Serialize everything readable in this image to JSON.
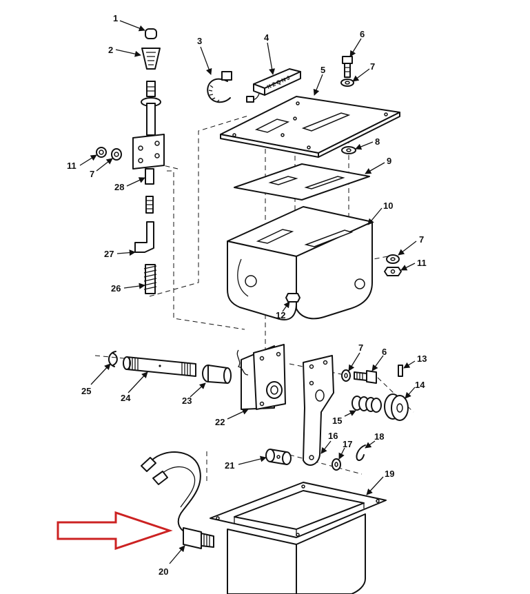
{
  "callouts": [
    {
      "id": "1",
      "label": "1"
    },
    {
      "id": "2",
      "label": "2"
    },
    {
      "id": "3",
      "label": "3"
    },
    {
      "id": "4",
      "label": "4"
    },
    {
      "id": "5",
      "label": "5"
    },
    {
      "id": "6a",
      "label": "6"
    },
    {
      "id": "7a",
      "label": "7"
    },
    {
      "id": "8",
      "label": "8"
    },
    {
      "id": "9",
      "label": "9"
    },
    {
      "id": "10",
      "label": "10"
    },
    {
      "id": "11a",
      "label": "11"
    },
    {
      "id": "7b",
      "label": "7"
    },
    {
      "id": "28",
      "label": "28"
    },
    {
      "id": "27",
      "label": "27"
    },
    {
      "id": "26",
      "label": "26"
    },
    {
      "id": "7c",
      "label": "7"
    },
    {
      "id": "11b",
      "label": "11"
    },
    {
      "id": "12",
      "label": "12"
    },
    {
      "id": "7d",
      "label": "7"
    },
    {
      "id": "6b",
      "label": "6"
    },
    {
      "id": "13",
      "label": "13"
    },
    {
      "id": "14",
      "label": "14"
    },
    {
      "id": "15",
      "label": "15"
    },
    {
      "id": "25",
      "label": "25"
    },
    {
      "id": "24",
      "label": "24"
    },
    {
      "id": "23",
      "label": "23"
    },
    {
      "id": "22",
      "label": "22"
    },
    {
      "id": "16",
      "label": "16"
    },
    {
      "id": "17",
      "label": "17"
    },
    {
      "id": "18",
      "label": "18"
    },
    {
      "id": "21",
      "label": "21"
    },
    {
      "id": "19",
      "label": "19"
    },
    {
      "id": "20",
      "label": "20"
    }
  ],
  "part_plate_text": "KZQNJ",
  "colors": {
    "ink": "#111111",
    "highlight_arrow": "#cc2222",
    "background": "#ffffff"
  },
  "highlighted_part": "20"
}
